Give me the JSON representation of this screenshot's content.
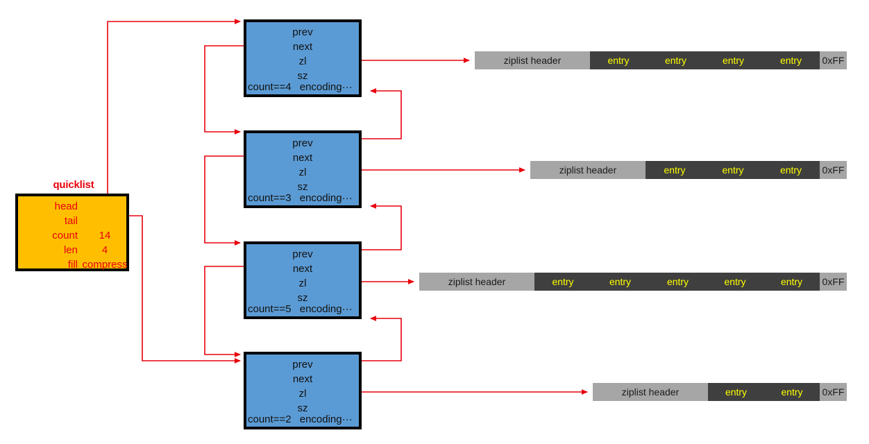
{
  "diagram": {
    "title_label": "quicklist",
    "accent_red": "#e8000d",
    "node_fill": "#5b9bd5",
    "struct_fill": "#ffbf00",
    "ziplist_header_fill": "#a6a6a6",
    "ziplist_entry_fill": "#3f3f3f",
    "ziplist_entry_text": "#ffff00"
  },
  "quicklist": {
    "title": "quicklist",
    "rows": [
      {
        "label": "head",
        "value": ""
      },
      {
        "label": "tail",
        "value": ""
      },
      {
        "label": "count",
        "value": "14"
      },
      {
        "label": "len",
        "value": "4"
      },
      {
        "label": "fill",
        "value": "compress"
      }
    ]
  },
  "nodes": [
    {
      "prev_label": "prev",
      "next_label": "next",
      "zl_label": "zl",
      "sz_label": "sz",
      "count_label": "count==4",
      "encoding_label": "encoding···"
    },
    {
      "prev_label": "prev",
      "next_label": "next",
      "zl_label": "zl",
      "sz_label": "sz",
      "count_label": "count==3",
      "encoding_label": "encoding···"
    },
    {
      "prev_label": "prev",
      "next_label": "next",
      "zl_label": "zl",
      "sz_label": "sz",
      "count_label": "count==5",
      "encoding_label": "encoding···"
    },
    {
      "prev_label": "prev",
      "next_label": "next",
      "zl_label": "zl",
      "sz_label": "sz",
      "count_label": "count==2",
      "encoding_label": "encoding···"
    }
  ],
  "ziplists": [
    {
      "header_label": "ziplist header",
      "entries": [
        "entry",
        "entry",
        "entry",
        "entry"
      ],
      "end_label": "0xFF"
    },
    {
      "header_label": "ziplist header",
      "entries": [
        "entry",
        "entry",
        "entry"
      ],
      "end_label": "0xFF"
    },
    {
      "header_label": "ziplist header",
      "entries": [
        "entry",
        "entry",
        "entry",
        "entry",
        "entry"
      ],
      "end_label": "0xFF"
    },
    {
      "header_label": "ziplist header",
      "entries": [
        "entry",
        "entry"
      ],
      "end_label": "0xFF"
    }
  ]
}
